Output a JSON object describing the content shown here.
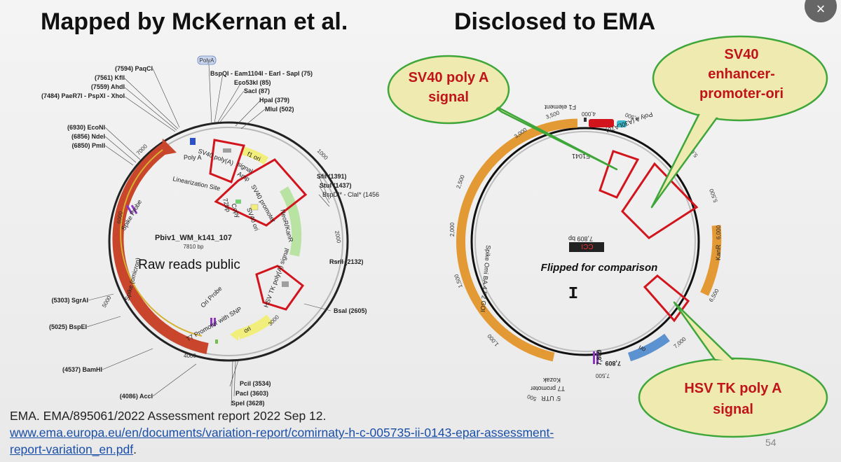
{
  "slide": {
    "title_left": "Mapped by McKernan et al.",
    "title_right": "Disclosed to EMA",
    "page_number": "54",
    "close_icon": "×"
  },
  "left_map": {
    "name": "Pbiv1_WM_k141_107",
    "size": "7810 bp",
    "overlay_text": "Raw reads public",
    "polya_tag": "PolyA",
    "sites": [
      {
        "label": "(7594)  PaqCI"
      },
      {
        "label": "(7561)  KflI"
      },
      {
        "label": "(7559)  AhdI"
      },
      {
        "label": "(7484)  PaeR7I - PspXI - XhoI"
      },
      {
        "label": "BspQI - Eam1104I - EarI - SapI  (75)"
      },
      {
        "label": "Eco53kI  (85)"
      },
      {
        "label": "SacI  (87)"
      },
      {
        "label": "HpaI  (379)"
      },
      {
        "label": "MluI  (502)"
      },
      {
        "label": "(6930)  EcoNI"
      },
      {
        "label": "(6856)  NdeI"
      },
      {
        "label": "(6850)  PmlI"
      },
      {
        "label": "SfiI  (1391)"
      },
      {
        "label": "StuI  (1437)"
      },
      {
        "label": "BspDI* - ClaI*  (1456"
      },
      {
        "label": "RsrII  (2132)"
      },
      {
        "label": "BsaI  (2605)"
      },
      {
        "label": "(5303)  SgrAI"
      },
      {
        "label": "(5025)  BspEI"
      },
      {
        "label": "(4537)  BamHI"
      },
      {
        "label": "(4086)  AccI"
      },
      {
        "label": "PciI  (3534)"
      },
      {
        "label": "PacI  (3603)"
      },
      {
        "label": "SpeI  (3628)"
      }
    ],
    "features": {
      "poly_a": "Poly A",
      "sv40_polya": "SV40 poly(A)",
      "f1_ori": "f1 ori",
      "amp": "Amp",
      "signal": "signal",
      "linearization": "Linearization Site",
      "sv40_promoter": "SV40 promoter",
      "sv40_ori": "SV40 ori",
      "copy": "Copy",
      "bp72": "72bp",
      "neo": "NeoR/KanR",
      "hsv": "HSV TK poly(A) signal",
      "ori_probe": "Ori Probe",
      "t7": "T7 Promoter with SNP",
      "ori": "ori",
      "spike_probe": "Spike Probe",
      "spike": "Spike (omicron)"
    },
    "ticks": [
      "1000",
      "2000",
      "3000",
      "4000",
      "5000",
      "6000",
      "7000"
    ]
  },
  "right_map": {
    "center_label": "Flipped for comparison",
    "cursor_glyph": "I",
    "ticks_mirrored": [
      "500",
      "1,000",
      "1,500",
      "2,000",
      "2,500",
      "3,000",
      "3,500",
      "4,000",
      "4,500",
      "5,000",
      "5,500",
      "6,000",
      "6,500",
      "7,000",
      "7,500"
    ],
    "mirrored_labels": {
      "f1": "F1 element",
      "polya": "Poly A (A30LA70)",
      "spike": "Spike Omi BA.4 P2 GOI",
      "kanr": "KanR",
      "ori": "ori",
      "kozak": "Kozak",
      "t7": "T7 promoter",
      "utr": "5' UTR",
      "num_7809": "7,809",
      "num_7809_b": "7,809",
      "center_num": "7,809 bp",
      "center_box": "CCI",
      "frag": "E1041"
    }
  },
  "bubbles": [
    {
      "lines": [
        "SV40 poly A",
        "signal"
      ]
    },
    {
      "lines": [
        "SV40",
        "enhancer-",
        "promoter-ori"
      ]
    },
    {
      "lines": [
        "HSV TK  poly A",
        "signal"
      ]
    }
  ],
  "footer": {
    "ref": "EMA. EMA/895061/2022 Assessment report 2022 Sep 12.",
    "url_line1": "www.ema.europa.eu/en/documents/variation-report/comirnaty-h-c-005735-ii-0143-epar-assessment-",
    "url_line2": "report-variation_en.pdf",
    "url_tail": "."
  },
  "colors": {
    "highlight_red": "#d2141c",
    "bubble_fill": "#eeeab0",
    "bubble_stroke": "#3fa63a",
    "spike_red": "#c9452c",
    "feature_orange": "#e49a34",
    "ori_blue": "#5b92cf"
  }
}
